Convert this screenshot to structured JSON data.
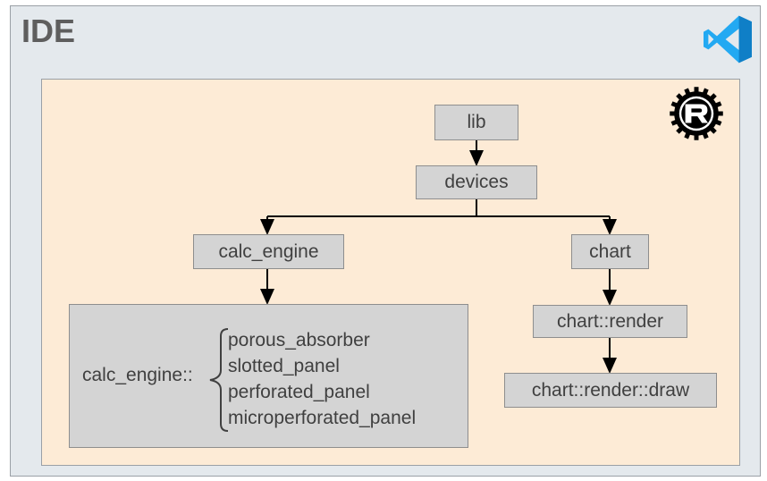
{
  "ide": {
    "title": "IDE",
    "logo_icon": "vscode-icon",
    "accent_color": "#23a9f2"
  },
  "crate": {
    "logo_icon": "rust-logo-icon",
    "background_color": "#fdebd6",
    "nodes": {
      "lib": "lib",
      "devices": "devices",
      "calc_engine": "calc_engine",
      "chart": "chart",
      "chart_render": "chart::render",
      "chart_render_draw": "chart::render::draw"
    },
    "calc_group": {
      "prefix": "calc_engine::",
      "items": [
        "porous_absorber",
        "slotted_panel",
        "perforated_panel",
        "microperforated_panel"
      ]
    }
  }
}
